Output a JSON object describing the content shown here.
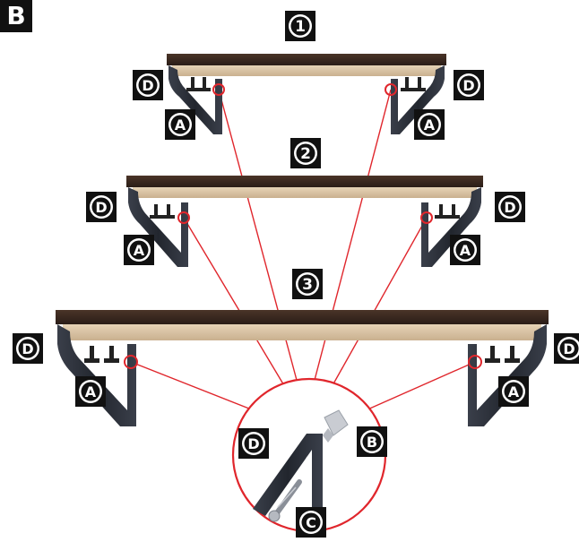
{
  "panel_label": "B",
  "shelves": [
    {
      "number": "①"
    },
    {
      "number": "②"
    },
    {
      "number": "③"
    }
  ],
  "part_labels": {
    "bracket": "A",
    "anchor": "B",
    "screw": "C",
    "shelf_bracket_part": "D"
  },
  "colors": {
    "wood": "#3b2a22",
    "wood_underside": "#d8c3a4",
    "bracket": "#2b2f38",
    "callout_red": "#e0262c",
    "label_bg": "#111111"
  }
}
